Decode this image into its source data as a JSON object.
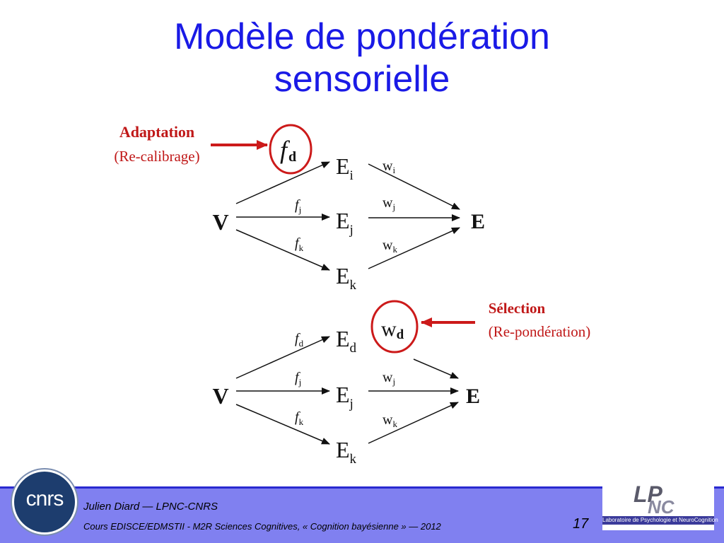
{
  "title": {
    "line1": "Modèle de pondération",
    "line2": "sensorielle"
  },
  "diagram_top": {
    "annotation": {
      "heading": "Adaptation",
      "subtext": "(Re-calibrage)"
    },
    "source": "V",
    "target": "E",
    "nodes": [
      {
        "base": "E",
        "sub": "i"
      },
      {
        "base": "E",
        "sub": "j"
      },
      {
        "base": "E",
        "sub": "k"
      }
    ],
    "functions": [
      {
        "base": "f",
        "sub": "d"
      },
      {
        "base": "f",
        "sub": "j"
      },
      {
        "base": "f",
        "sub": "k"
      }
    ],
    "weights": [
      {
        "base": "w",
        "sub": "i"
      },
      {
        "base": "w",
        "sub": "j"
      },
      {
        "base": "w",
        "sub": "k"
      }
    ]
  },
  "diagram_bottom": {
    "annotation": {
      "heading": "Sélection",
      "subtext": "(Re-pondération)"
    },
    "source": "V",
    "target": "E",
    "nodes": [
      {
        "base": "E",
        "sub": "d"
      },
      {
        "base": "E",
        "sub": "j"
      },
      {
        "base": "E",
        "sub": "k"
      }
    ],
    "functions": [
      {
        "base": "f",
        "sub": "d"
      },
      {
        "base": "f",
        "sub": "j"
      },
      {
        "base": "f",
        "sub": "k"
      }
    ],
    "weights": [
      {
        "base": "w",
        "sub": "d"
      },
      {
        "base": "w",
        "sub": "j"
      },
      {
        "base": "w",
        "sub": "k"
      }
    ]
  },
  "footer": {
    "cnrs_logo_text": "cnrs",
    "author": "Julien Diard — LPNC-CNRS",
    "course": "Cours EDISCE/EDMSTII - M2R Sciences Cognitives, « Cognition bayésienne » — 2012",
    "page_number": "17",
    "lpnc_letters": "LPNC",
    "lpnc_caption": "Laboratoire de Psychologie et NeuroCognition"
  },
  "colors": {
    "title": "#1a1ae6",
    "annotation_red": "#cc1a1a",
    "footer_bar": "#8080f0"
  }
}
